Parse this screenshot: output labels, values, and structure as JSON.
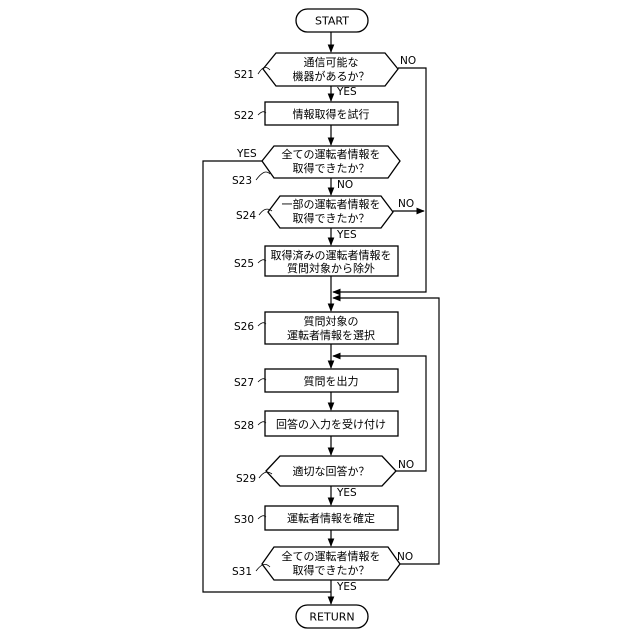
{
  "diagram": {
    "start_label": "START",
    "end_label": "RETURN",
    "yes": "YES",
    "no": "NO",
    "steps": {
      "s21": {
        "id": "S21",
        "lines": [
          "通信可能な",
          "機器があるか？"
        ]
      },
      "s22": {
        "id": "S22",
        "lines": [
          "情報取得を試行"
        ]
      },
      "s23": {
        "id": "S23",
        "lines": [
          "全ての運転者情報を",
          "取得できたか？"
        ]
      },
      "s24": {
        "id": "S24",
        "lines": [
          "一部の運転者情報を",
          "取得できたか？"
        ]
      },
      "s25": {
        "id": "S25",
        "lines": [
          "取得済みの運転者情報を",
          "質問対象から除外"
        ]
      },
      "s26": {
        "id": "S26",
        "lines": [
          "質問対象の",
          "運転者情報を選択"
        ]
      },
      "s27": {
        "id": "S27",
        "lines": [
          "質問を出力"
        ]
      },
      "s28": {
        "id": "S28",
        "lines": [
          "回答の入力を受け付け"
        ]
      },
      "s29": {
        "id": "S29",
        "lines": [
          "適切な回答か？"
        ]
      },
      "s30": {
        "id": "S30",
        "lines": [
          "運転者情報を確定"
        ]
      },
      "s31": {
        "id": "S31",
        "lines": [
          "全ての運転者情報を",
          "取得できたか？"
        ]
      }
    }
  }
}
